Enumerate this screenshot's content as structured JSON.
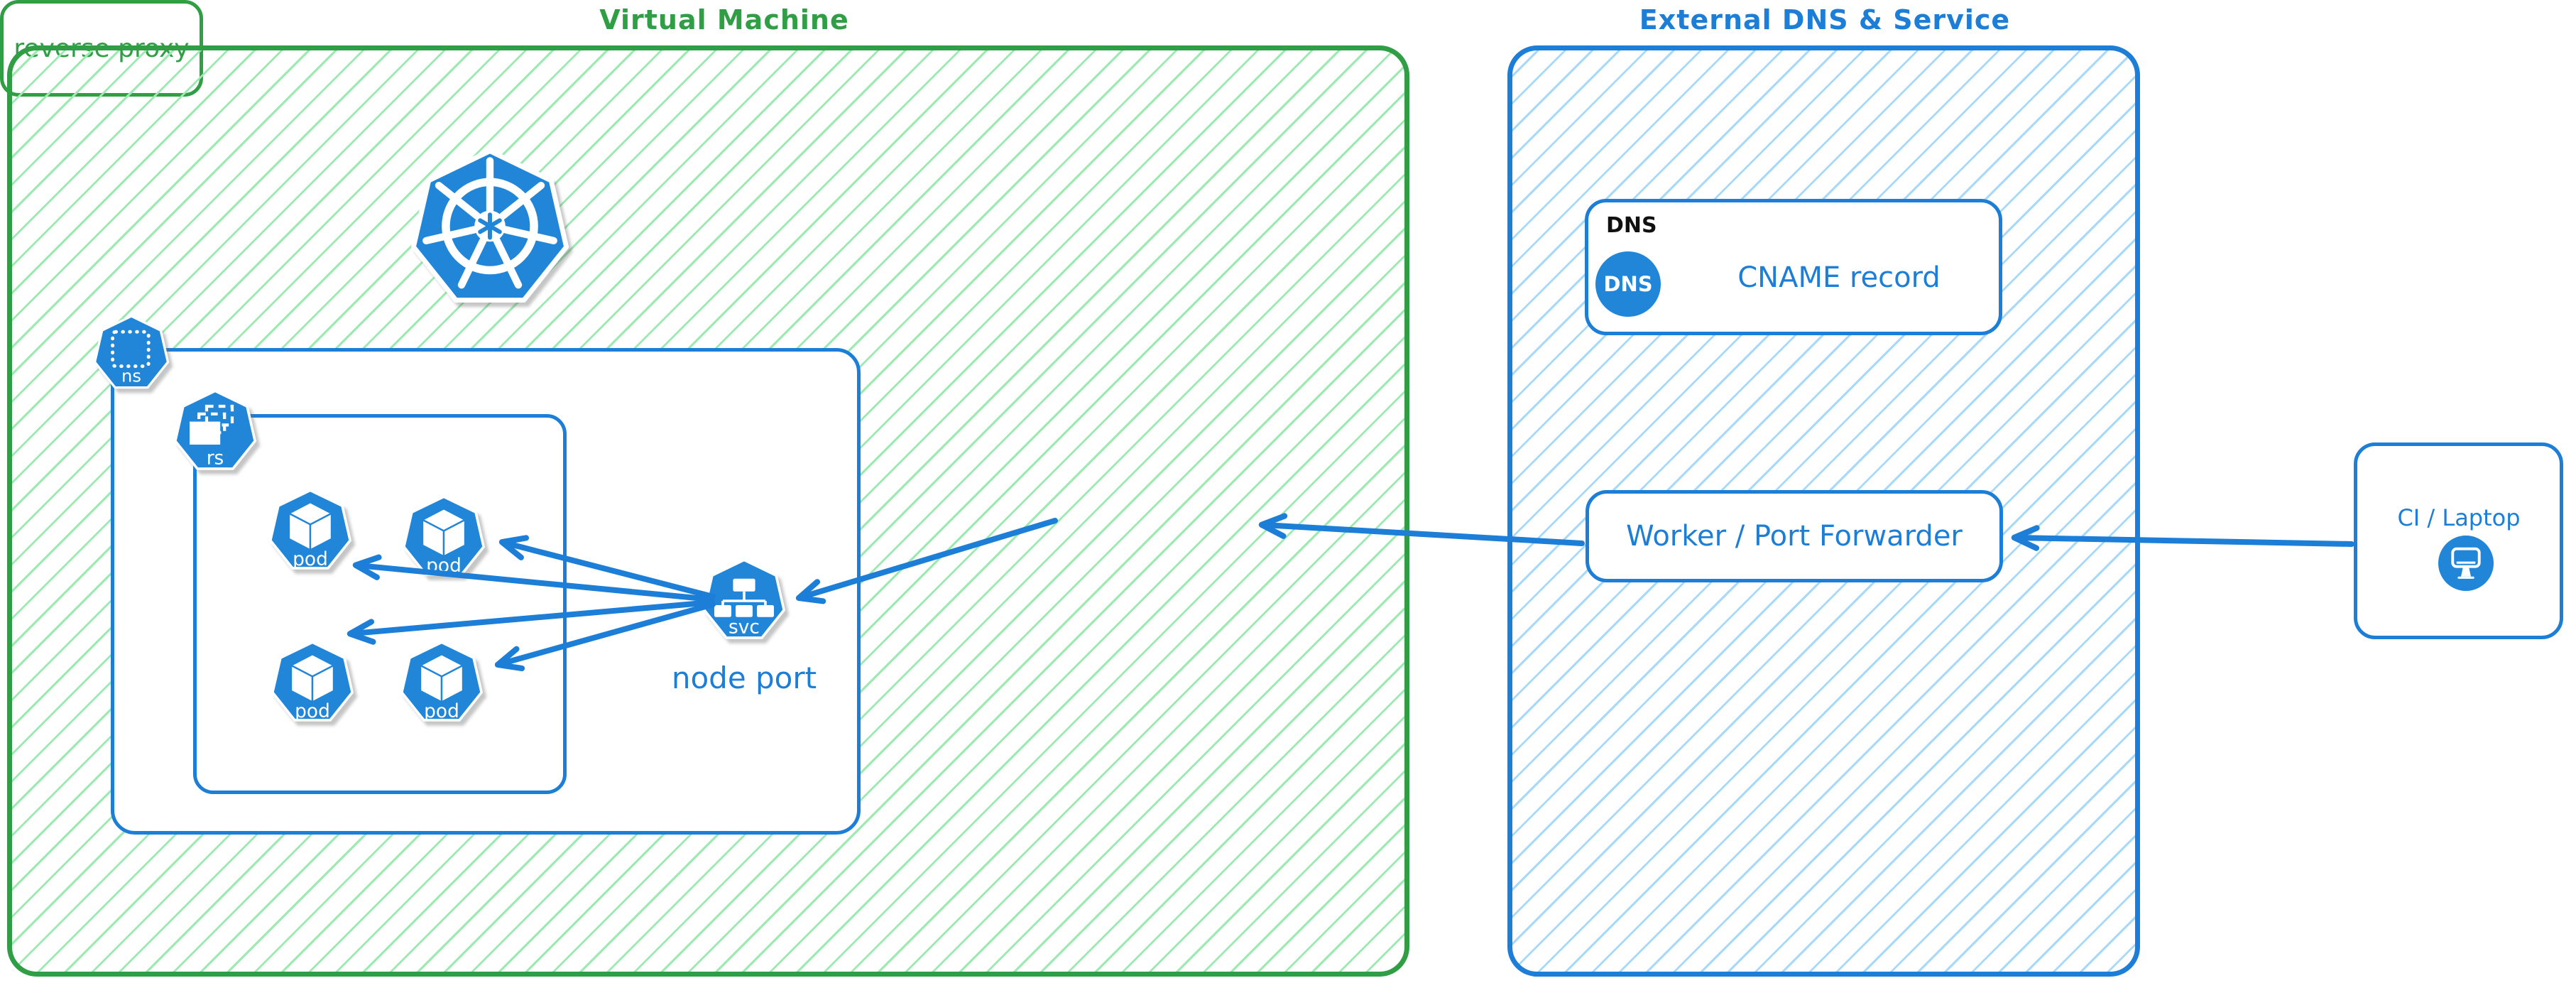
{
  "colors": {
    "green_accent": "#2f9e44",
    "green_hatch": "#9ce9b1",
    "blue_accent": "#1c7ed6",
    "blue_hatch": "#a9d9f9",
    "icon_blue": "#2186d8",
    "dns_tag_black": "#111111"
  },
  "groups": {
    "vm": {
      "title": "Virtual Machine"
    },
    "external": {
      "title": "External DNS & Service"
    }
  },
  "icons": {
    "kubernetes": "kubernetes-logo",
    "namespace": "namespace-icon",
    "replicaset": "replicaset-icon",
    "pod": "pod-icon",
    "service": "service-icon",
    "dns_badge": "dns-badge-icon",
    "monitor": "monitor-icon"
  },
  "namespace": {
    "label": "ns"
  },
  "replicaset": {
    "label": "rs"
  },
  "pods": [
    {
      "label": "pod"
    },
    {
      "label": "pod"
    },
    {
      "label": "pod"
    },
    {
      "label": "pod"
    }
  ],
  "service": {
    "label": "svc",
    "caption": "node port"
  },
  "reverse_proxy": {
    "label": "reverse proxy"
  },
  "dns": {
    "tag": "DNS",
    "badge": "DNS",
    "record": "CNAME record"
  },
  "worker": {
    "label": "Worker / Port Forwarder"
  },
  "ci": {
    "label": "CI / Laptop"
  }
}
